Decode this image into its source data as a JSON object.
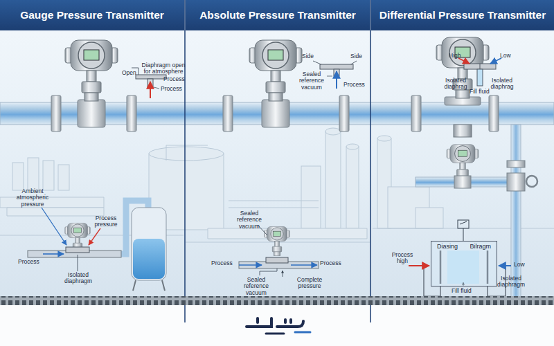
{
  "diagram": {
    "nodes": [
      {
        "text": [
          "Gauge Pressure Transmitter"
        ]
      },
      {
        "text": [
          "Absolute Pressure Transmitter"
        ]
      },
      {
        "text": [
          "Differential Pressure Transmitter"
        ]
      },
      {
        "text": [
          "Diasing",
          "Bilragm"
        ],
        "in": 2
      }
    ],
    "labels": [
      "Diaphragm open for atmosphere",
      "Open",
      "Process",
      "Process",
      "Ambient atmospheric pressure",
      "Process pressure",
      "Process",
      "Isolated diaphragm",
      "Side",
      "Side",
      "Sealed reference vacuum",
      "Process",
      "Sealed reference vacuum",
      "Process",
      "Process",
      "Sealed reference vacuum",
      "Complete pressure",
      "High",
      "Low",
      "Isolated diaphrag",
      "Isolated diaphrag",
      "Fill fluid",
      "Process high",
      "Low",
      "Fill fluid",
      "Isolated diaphragm"
    ]
  }
}
